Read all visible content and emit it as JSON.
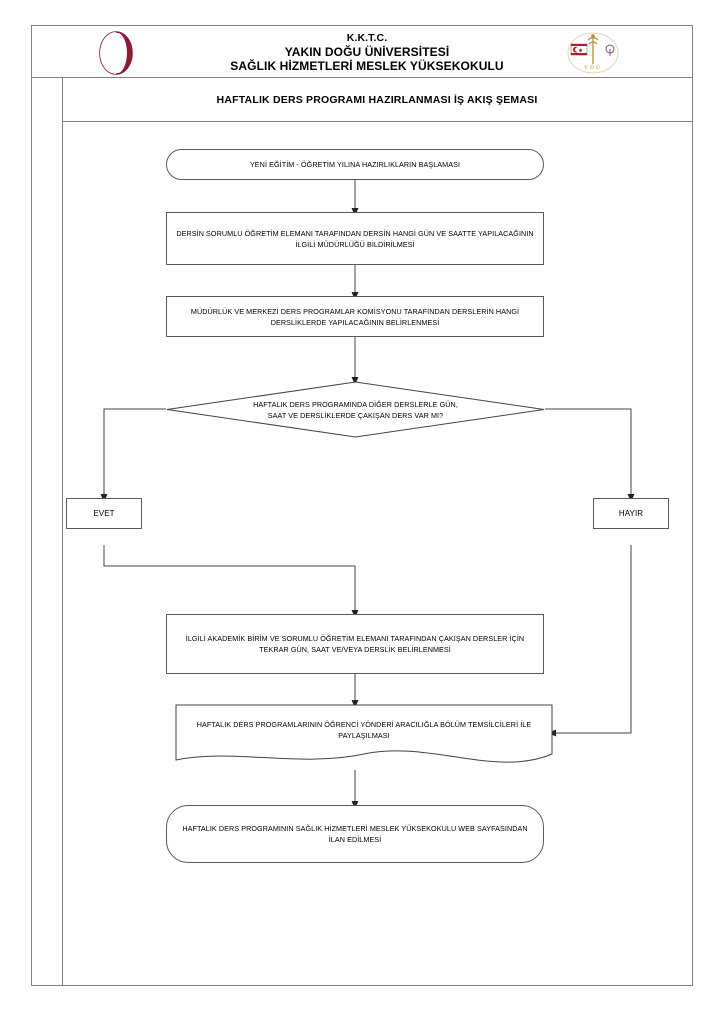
{
  "header": {
    "logo_left_name": "near-east-university-crescent-logo",
    "logo_right_name": "health-services-vocational-school-emblem",
    "line1": "K.K.T.C.",
    "line2": "YAKIN DOĞU ÜNİVERSİTESİ",
    "line3": "SAĞLIK HİZMETLERİ MESLEK YÜKSEKOKULU",
    "logo_left_color": "#8C1A33",
    "logo_right_color": "#B39329"
  },
  "subtitle": "HAFTALIK DERS PROGRAMI HAZIRLANMASI İŞ AKIŞ ŞEMASI",
  "flow": {
    "start": "YENİ EĞİTİM -  ÖĞRETİM YILINA HAZIRLIKLARIN BAŞLAMASI",
    "step1": "DERSİN SORUMLU ÖĞRETİM ELEMANI TARAFINDAN DERSİN HANGİ GÜN VE SAATTE YAPILACAĞININ İLGİLİ MÜDÜRLÜĞÜ BİLDİRİLMESİ",
    "step2": "MÜDÜRLÜK VE MERKEZİ DERS PROGRAMLAR KOMİSYONU TARAFINDAN DERSLERİN HANGİ DERSLİKLERDE YAPILACAĞININ BELİRLENMESİ",
    "decision": "HAFTALIK DERS PROGRAMINDA DİĞER DERSLERLE GÜN, SAAT VE DERSLİKLERDE ÇAKIŞAN DERS VAR MI?",
    "branch_yes": "EVET",
    "branch_no": "HAYIR",
    "step3": "İLGİLİ AKADEMİK BİRİM VE SORUMLU ÖĞRETİM ELEMANI TARAFINDAN ÇAKIŞAN DERSLER İÇİN TEKRAR GÜN, SAAT VE/VEYA DERSLİK BELİRLENMESİ",
    "step4": "HAFTALIK DERS PROGRAMLARININ ÖĞRENCİ YÖNDERİ ARACILIĞLA   BÖLÜM TEMSİLCİLERİ İLE PAYLAŞILMASI",
    "end": "HAFTALIK DERS PROGRAMININ SAĞLIK HİZMETLERİ MESLEK YÜKSEKOKULU WEB SAYFASINDAN İLAN EDİLMESİ"
  }
}
